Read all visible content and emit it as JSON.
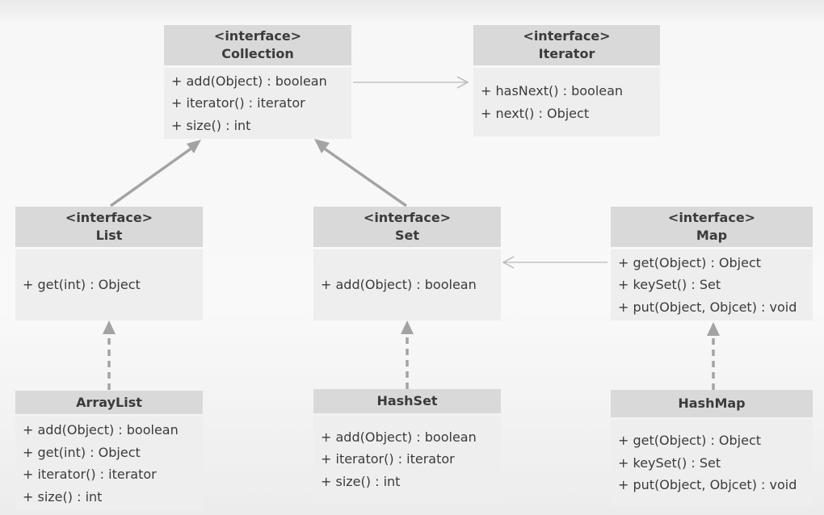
{
  "classes": {
    "collection": {
      "stereotype": "<interface>",
      "name": "Collection",
      "members": [
        "+ add(Object)  : boolean",
        "+ iterator() : iterator",
        "+ size() : int"
      ]
    },
    "iterator": {
      "stereotype": "<interface>",
      "name": "Iterator",
      "members": [
        "+ hasNext() : boolean",
        "+ next() : Object"
      ]
    },
    "list": {
      "stereotype": "<interface>",
      "name": "List",
      "members": [
        "+ get(int) : Object"
      ]
    },
    "set": {
      "stereotype": "<interface>",
      "name": "Set",
      "members": [
        "+ add(Object)  : boolean"
      ]
    },
    "map": {
      "stereotype": "<interface>",
      "name": "Map",
      "members": [
        "+ get(Object) : Object",
        "+ keySet() : Set",
        "+ put(Object,  Objcet) : void"
      ]
    },
    "arraylist": {
      "name": "ArrayList",
      "members": [
        "+ add(Object)  : boolean",
        "+ get(int) : Object",
        "+ iterator() : iterator",
        "+ size() : int"
      ]
    },
    "hashset": {
      "name": "HashSet",
      "members": [
        "+ add(Object)  : boolean",
        "+ iterator() : iterator",
        "+ size() : int"
      ]
    },
    "hashmap": {
      "name": "HashMap",
      "members": [
        "+ get(Object) : Object",
        "+ keySet() : Set",
        "+ put(Object,  Objcet) : void"
      ]
    }
  },
  "colors": {
    "header": "#d9d9d9",
    "body": "#eeeeee",
    "arrow": "#a3a3a3",
    "text": "#3b3b3b"
  }
}
